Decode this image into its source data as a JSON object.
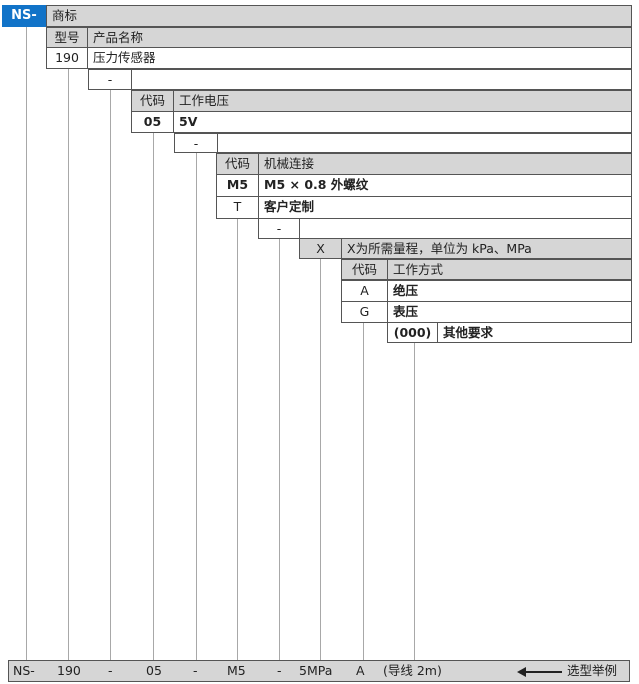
{
  "brand": {
    "prefix": "NS-",
    "label": "商标"
  },
  "model": {
    "header_code": "型号",
    "header_name": "产品名称",
    "code": "190",
    "name": "压力传感器"
  },
  "sep1": "-",
  "voltage": {
    "header_code": "代码",
    "header_name": "工作电压",
    "code": "05",
    "name": "5V"
  },
  "sep2": "-",
  "connection": {
    "header_code": "代码",
    "header_name": "机械连接",
    "rows": [
      {
        "code": "M5",
        "name": "M5 × 0.8 外螺纹"
      },
      {
        "code": "T",
        "name": "客户定制"
      }
    ]
  },
  "sep3": "-",
  "range": {
    "code": "X",
    "name": "X为所需量程，单位为 kPa、MPa"
  },
  "mode": {
    "header_code": "代码",
    "header_name": "工作方式",
    "rows": [
      {
        "code": "A",
        "name": "绝压"
      },
      {
        "code": "G",
        "name": "表压"
      }
    ]
  },
  "other": {
    "code": "(000)",
    "name": "其他要求"
  },
  "example": {
    "parts": [
      "NS-",
      "190",
      "-",
      "05",
      "-",
      "M5",
      "-",
      "5MPa",
      "A",
      "(导线 2m)"
    ],
    "label": "选型举例"
  }
}
